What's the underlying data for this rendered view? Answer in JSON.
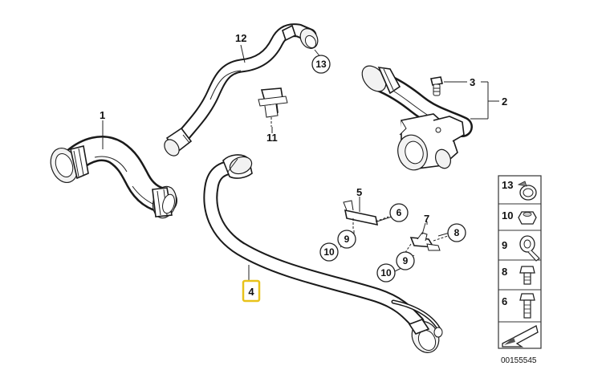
{
  "callouts": {
    "c1": "1",
    "c2": "2",
    "c3": "3",
    "c4": "4",
    "c5": "5",
    "c6": "6",
    "c7": "7",
    "c8": "8",
    "c9a": "9",
    "c9b": "9",
    "c10a": "10",
    "c10b": "10",
    "c11": "11",
    "c12": "12",
    "c13": "13"
  },
  "legend": {
    "items": [
      "13",
      "10",
      "9",
      "8",
      "6"
    ]
  },
  "reference_number": "00155545",
  "colors": {
    "highlight": "#e8c21a",
    "line": "#1a1a1a"
  }
}
